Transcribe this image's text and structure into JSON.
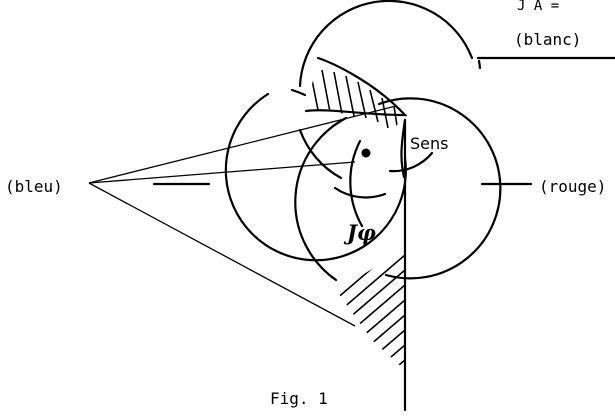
{
  "header_fragment": "J A  =",
  "labels": {
    "blanc": "(blanc)",
    "bleu": "(bleu)",
    "rouge": "(rouge)",
    "sens": "Sens",
    "j_phi": "Jφ",
    "caption": "Fig. 1"
  },
  "colors": {
    "ink": "#000000",
    "background": "#ffffff"
  }
}
